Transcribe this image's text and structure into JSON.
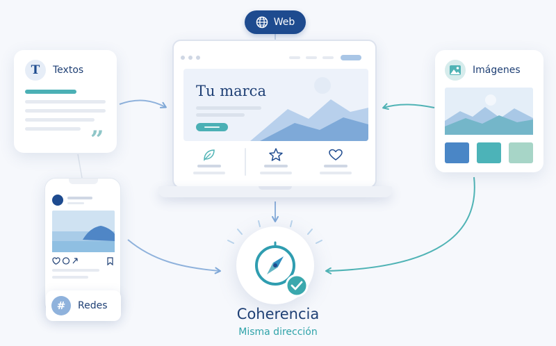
{
  "web_label": "Web",
  "textos": {
    "label": "Textos",
    "icon_letter": "T",
    "quote_mark": "”"
  },
  "imagenes": {
    "label": "Imágenes",
    "swatches": [
      "#4a86c6",
      "#4cb3b8",
      "#a7d5c7"
    ]
  },
  "redes": {
    "label": "Redes",
    "icon": "#"
  },
  "laptop": {
    "hero_title": "Tu marca"
  },
  "center": {
    "title": "Coherencia",
    "subtitle": "Misma dirección"
  },
  "colors": {
    "navy": "#1e4b8f",
    "teal": "#2fa3a9",
    "light_blue": "#8fb2dc",
    "arrow_blue": "#7fa8d8",
    "arrow_teal": "#4fb3b5"
  }
}
